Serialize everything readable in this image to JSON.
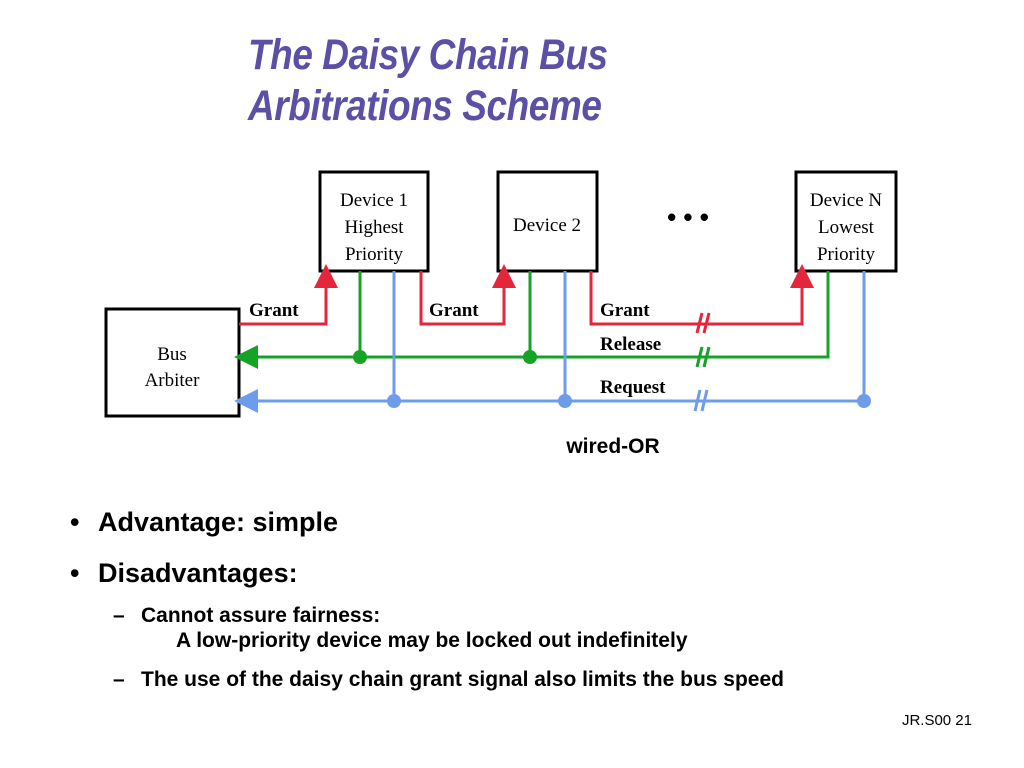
{
  "title": {
    "line1": "The Daisy Chain Bus",
    "line2": "Arbitrations Scheme"
  },
  "devices": [
    {
      "lines": [
        "Device 1",
        "Highest",
        "Priority"
      ]
    },
    {
      "lines": [
        "Device 2"
      ]
    },
    {
      "lines": [
        "Device N",
        "Lowest",
        "Priority"
      ]
    }
  ],
  "ellipsis": "•  •  •",
  "arbiter": {
    "lines": [
      "Bus",
      "Arbiter"
    ]
  },
  "signals": {
    "grant1": "Grant",
    "grant2": "Grant",
    "grant3": "Grant",
    "release": "Release",
    "request": "Request"
  },
  "wired_or": "wired-OR",
  "bullets": [
    {
      "text": "Advantage: simple"
    },
    {
      "text": "Disadvantages:"
    }
  ],
  "sub_bullets": [
    {
      "line1": "Cannot assure fairness:",
      "line2": "A low-priority device may be locked out indefinitely"
    },
    {
      "line1": "The use of the daisy chain grant signal also limits the bus speed"
    }
  ],
  "footer": "JR.S00 21",
  "colors": {
    "title": "#5b4fa6",
    "grant": "#e3263c",
    "release": "#15a326",
    "request": "#6c9cea"
  }
}
